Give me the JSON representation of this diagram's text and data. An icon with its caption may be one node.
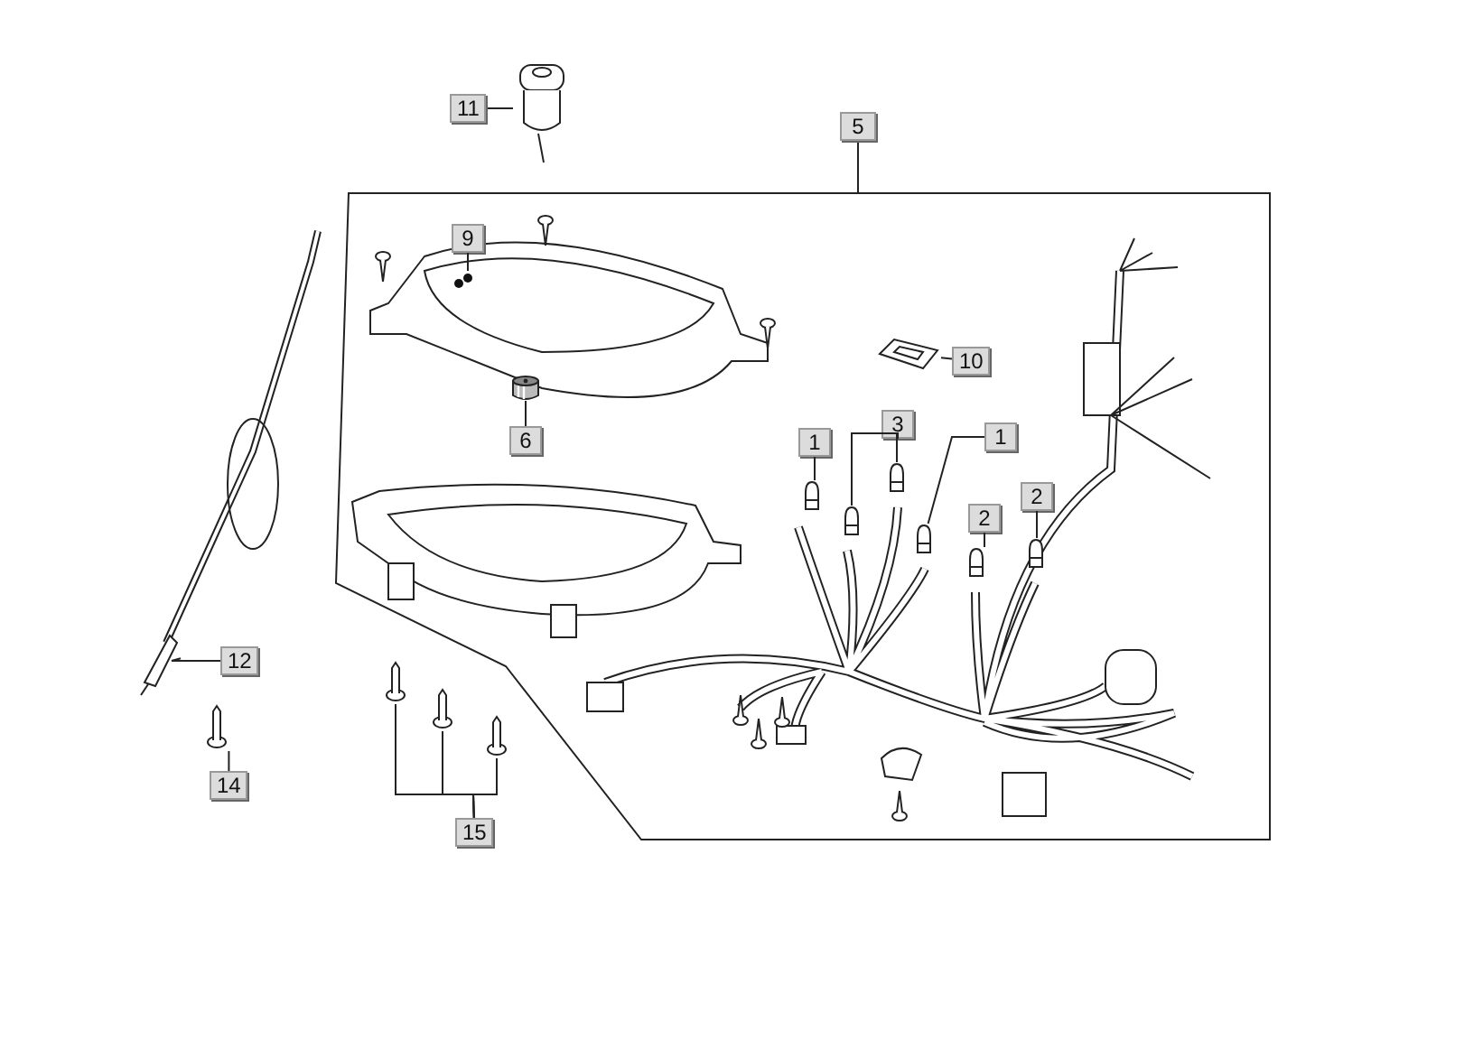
{
  "diagram": {
    "nodes": [
      {
        "text": [
          "11"
        ]
      },
      {
        "text": [],
        "shape": "picture"
      },
      {
        "text": [
          "5"
        ]
      },
      {
        "text": [],
        "shape": "box"
      },
      {
        "text": [
          "9"
        ],
        "in": 3
      },
      {
        "text": [],
        "shape": "picture",
        "in": 3
      },
      {
        "text": [
          "10"
        ],
        "in": 3
      },
      {
        "text": [],
        "shape": "picture",
        "in": 3
      },
      {
        "text": [
          "6"
        ],
        "in": 3
      },
      {
        "text": [],
        "shape": "picture",
        "in": 3
      },
      {
        "text": [
          "1"
        ],
        "in": 3
      },
      {
        "text": [],
        "shape": "picture",
        "in": 3
      },
      {
        "text": [
          "3"
        ],
        "in": 3
      },
      {
        "text": [],
        "shape": "picture",
        "in": 3
      },
      {
        "text": [],
        "shape": "picture",
        "in": 3
      },
      {
        "text": [
          "1"
        ],
        "in": 3
      },
      {
        "text": [],
        "shape": "picture",
        "in": 3
      },
      {
        "text": [
          "2"
        ],
        "in": 3
      },
      {
        "text": [],
        "shape": "picture",
        "in": 3
      },
      {
        "text": [
          "2"
        ],
        "in": 3
      },
      {
        "text": [],
        "shape": "picture",
        "in": 3
      },
      {
        "text": [
          "12"
        ]
      },
      {
        "text": [],
        "shape": "picture"
      },
      {
        "text": [
          "14"
        ]
      },
      {
        "text": [],
        "shape": "picture"
      },
      {
        "text": [
          "15"
        ]
      },
      {
        "text": [],
        "shape": "picture"
      },
      {
        "text": [],
        "shape": "picture"
      },
      {
        "text": [],
        "shape": "picture"
      }
    ],
    "edges": [
      {
        "from": 0,
        "to": 1,
        "arrow": "none"
      },
      {
        "from": 2,
        "to": 3,
        "arrow": "none"
      },
      {
        "from": 4,
        "to": 5,
        "arrow": "none"
      },
      {
        "from": 6,
        "to": 7,
        "arrow": "none"
      },
      {
        "from": 8,
        "to": 9,
        "arrow": "none"
      },
      {
        "from": 10,
        "to": 11,
        "arrow": "none"
      },
      {
        "from": 12,
        "to": 13,
        "arrow": "none"
      },
      {
        "from": 12,
        "to": 14,
        "arrow": "none"
      },
      {
        "from": 15,
        "to": 16,
        "arrow": "none"
      },
      {
        "from": 17,
        "to": 18,
        "arrow": "none"
      },
      {
        "from": 19,
        "to": 20,
        "arrow": "none"
      },
      {
        "from": 21,
        "to": 22,
        "arrow": "none"
      },
      {
        "from": 23,
        "to": 24,
        "arrow": "none"
      },
      {
        "from": 25,
        "to": 26,
        "arrow": "none"
      },
      {
        "from": 25,
        "to": 27,
        "arrow": "none"
      },
      {
        "from": 25,
        "to": 28,
        "arrow": "none"
      }
    ]
  }
}
